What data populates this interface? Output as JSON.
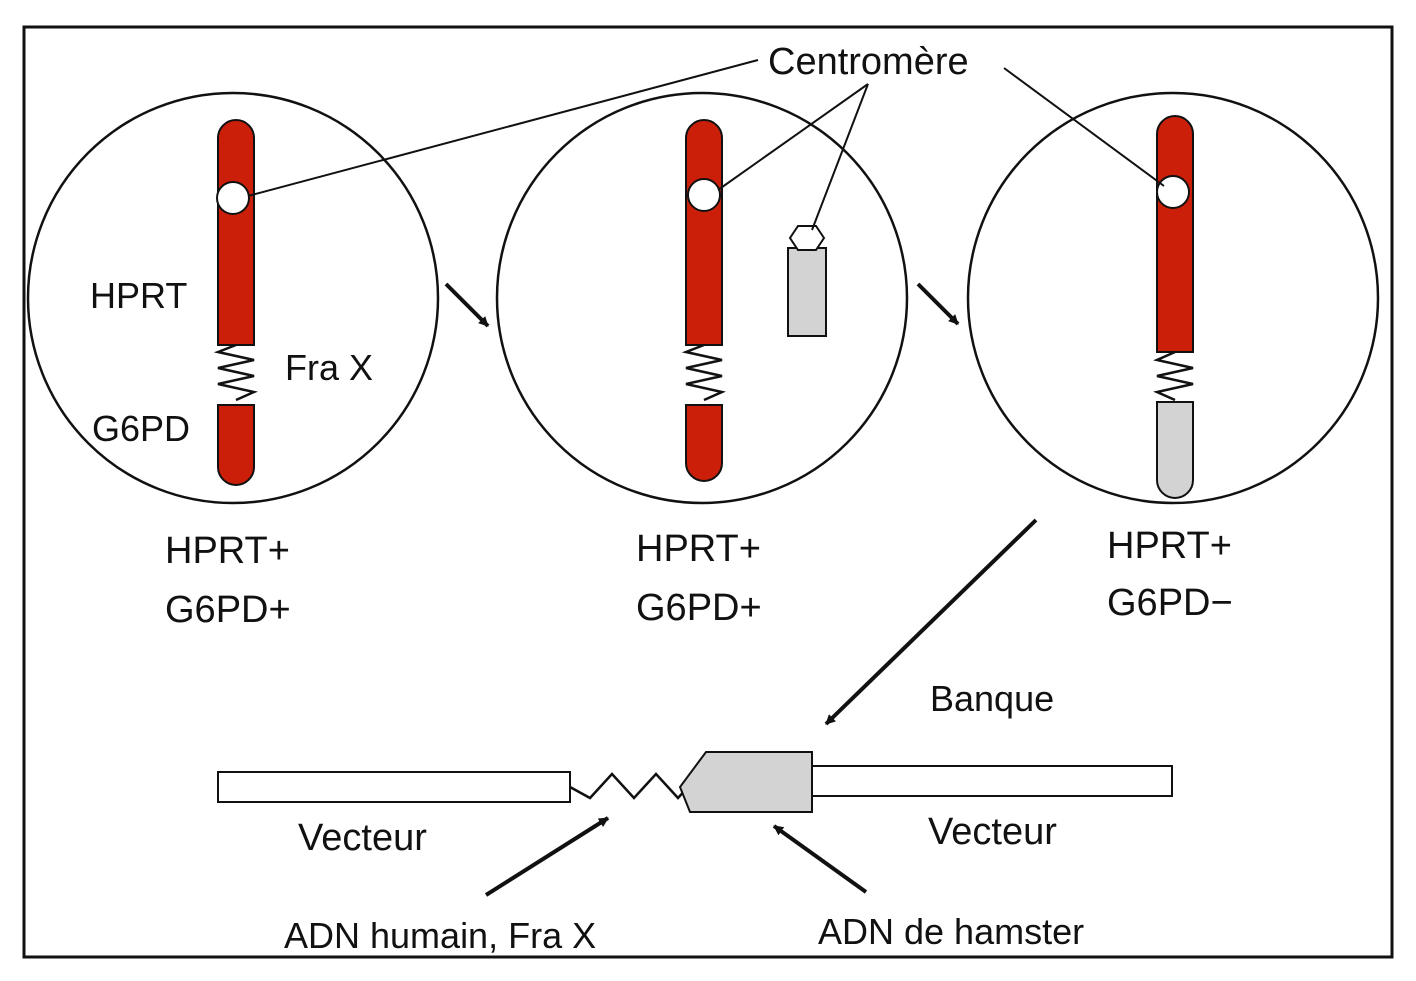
{
  "labels": {
    "centromere": "Centromère",
    "hprt": "HPRT",
    "fra_x": "Fra X",
    "g6pd": "G6PD",
    "cell1_status_1": "HPRT+",
    "cell1_status_2": "G6PD+",
    "cell2_status_1": "HPRT+",
    "cell2_status_2": "G6PD+",
    "cell3_status_1": "HPRT+",
    "cell3_status_2": "G6PD−",
    "banque": "Banque",
    "vecteur_left": "Vecteur",
    "vecteur_right": "Vecteur",
    "adn_humain": "ADN humain, Fra X",
    "adn_hamster": "ADN de hamster"
  },
  "colors": {
    "human_chromosome": "#cc1f0a",
    "hamster_dna": "#d3d3d3",
    "line": "#111111",
    "background": "#ffffff"
  }
}
